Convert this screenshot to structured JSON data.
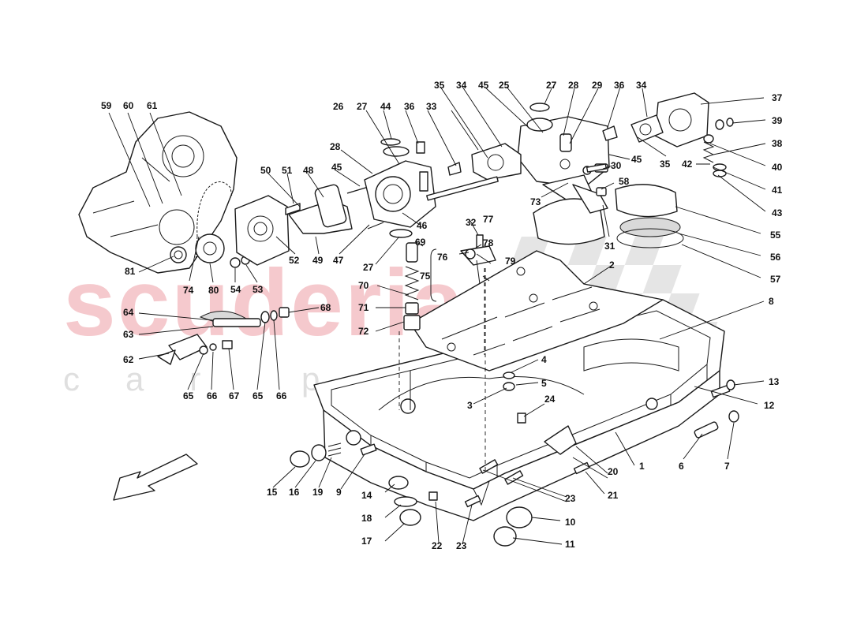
{
  "watermark": {
    "brand": "scuderia",
    "tagline": "car parts",
    "brand_color": "#f2b8bd",
    "tagline_color": "#d8d8d8"
  },
  "callouts": [
    {
      "id": "c1",
      "label": "1"
    },
    {
      "id": "c2",
      "label": "2"
    },
    {
      "id": "c3",
      "label": "3"
    },
    {
      "id": "c4",
      "label": "4"
    },
    {
      "id": "c5",
      "label": "5"
    },
    {
      "id": "c6",
      "label": "6"
    },
    {
      "id": "c7",
      "label": "7"
    },
    {
      "id": "c8",
      "label": "8"
    },
    {
      "id": "c9",
      "label": "9"
    },
    {
      "id": "c10",
      "label": "10"
    },
    {
      "id": "c11",
      "label": "11"
    },
    {
      "id": "c12",
      "label": "12"
    },
    {
      "id": "c13",
      "label": "13"
    },
    {
      "id": "c14",
      "label": "14"
    },
    {
      "id": "c15",
      "label": "15"
    },
    {
      "id": "c16",
      "label": "16"
    },
    {
      "id": "c17",
      "label": "17"
    },
    {
      "id": "c18",
      "label": "18"
    },
    {
      "id": "c19",
      "label": "19"
    },
    {
      "id": "c20",
      "label": "20"
    },
    {
      "id": "c21",
      "label": "21"
    },
    {
      "id": "c22",
      "label": "22"
    },
    {
      "id": "c23a",
      "label": "23"
    },
    {
      "id": "c23b",
      "label": "23"
    },
    {
      "id": "c24",
      "label": "24"
    },
    {
      "id": "c25",
      "label": "25"
    },
    {
      "id": "c26",
      "label": "26"
    },
    {
      "id": "c27a",
      "label": "27"
    },
    {
      "id": "c27b",
      "label": "27"
    },
    {
      "id": "c27c",
      "label": "27"
    },
    {
      "id": "c28a",
      "label": "28"
    },
    {
      "id": "c28b",
      "label": "28"
    },
    {
      "id": "c29",
      "label": "29"
    },
    {
      "id": "c30",
      "label": "30"
    },
    {
      "id": "c31",
      "label": "31"
    },
    {
      "id": "c32",
      "label": "32"
    },
    {
      "id": "c33",
      "label": "33"
    },
    {
      "id": "c34a",
      "label": "34"
    },
    {
      "id": "c34b",
      "label": "34"
    },
    {
      "id": "c35a",
      "label": "35"
    },
    {
      "id": "c35b",
      "label": "35"
    },
    {
      "id": "c36a",
      "label": "36"
    },
    {
      "id": "c36b",
      "label": "36"
    },
    {
      "id": "c37",
      "label": "37"
    },
    {
      "id": "c38",
      "label": "38"
    },
    {
      "id": "c39",
      "label": "39"
    },
    {
      "id": "c40",
      "label": "40"
    },
    {
      "id": "c41",
      "label": "41"
    },
    {
      "id": "c42",
      "label": "42"
    },
    {
      "id": "c43",
      "label": "43"
    },
    {
      "id": "c44",
      "label": "44"
    },
    {
      "id": "c45a",
      "label": "45"
    },
    {
      "id": "c45b",
      "label": "45"
    },
    {
      "id": "c45c",
      "label": "45"
    },
    {
      "id": "c46",
      "label": "46"
    },
    {
      "id": "c47",
      "label": "47"
    },
    {
      "id": "c48",
      "label": "48"
    },
    {
      "id": "c49",
      "label": "49"
    },
    {
      "id": "c50",
      "label": "50"
    },
    {
      "id": "c51",
      "label": "51"
    },
    {
      "id": "c52",
      "label": "52"
    },
    {
      "id": "c53",
      "label": "53"
    },
    {
      "id": "c54",
      "label": "54"
    },
    {
      "id": "c55",
      "label": "55"
    },
    {
      "id": "c56",
      "label": "56"
    },
    {
      "id": "c57",
      "label": "57"
    },
    {
      "id": "c58",
      "label": "58"
    },
    {
      "id": "c59",
      "label": "59"
    },
    {
      "id": "c60",
      "label": "60"
    },
    {
      "id": "c61",
      "label": "61"
    },
    {
      "id": "c62",
      "label": "62"
    },
    {
      "id": "c63",
      "label": "63"
    },
    {
      "id": "c64",
      "label": "64"
    },
    {
      "id": "c65a",
      "label": "65"
    },
    {
      "id": "c65b",
      "label": "65"
    },
    {
      "id": "c66a",
      "label": "66"
    },
    {
      "id": "c66b",
      "label": "66"
    },
    {
      "id": "c67",
      "label": "67"
    },
    {
      "id": "c68",
      "label": "68"
    },
    {
      "id": "c69",
      "label": "69"
    },
    {
      "id": "c70",
      "label": "70"
    },
    {
      "id": "c71",
      "label": "71"
    },
    {
      "id": "c72",
      "label": "72"
    },
    {
      "id": "c73",
      "label": "73"
    },
    {
      "id": "c74",
      "label": "74"
    },
    {
      "id": "c75",
      "label": "75"
    },
    {
      "id": "c76",
      "label": "76"
    },
    {
      "id": "c77",
      "label": "77"
    },
    {
      "id": "c78",
      "label": "78"
    },
    {
      "id": "c79",
      "label": "79"
    },
    {
      "id": "c80",
      "label": "80"
    },
    {
      "id": "c81",
      "label": "81"
    }
  ]
}
